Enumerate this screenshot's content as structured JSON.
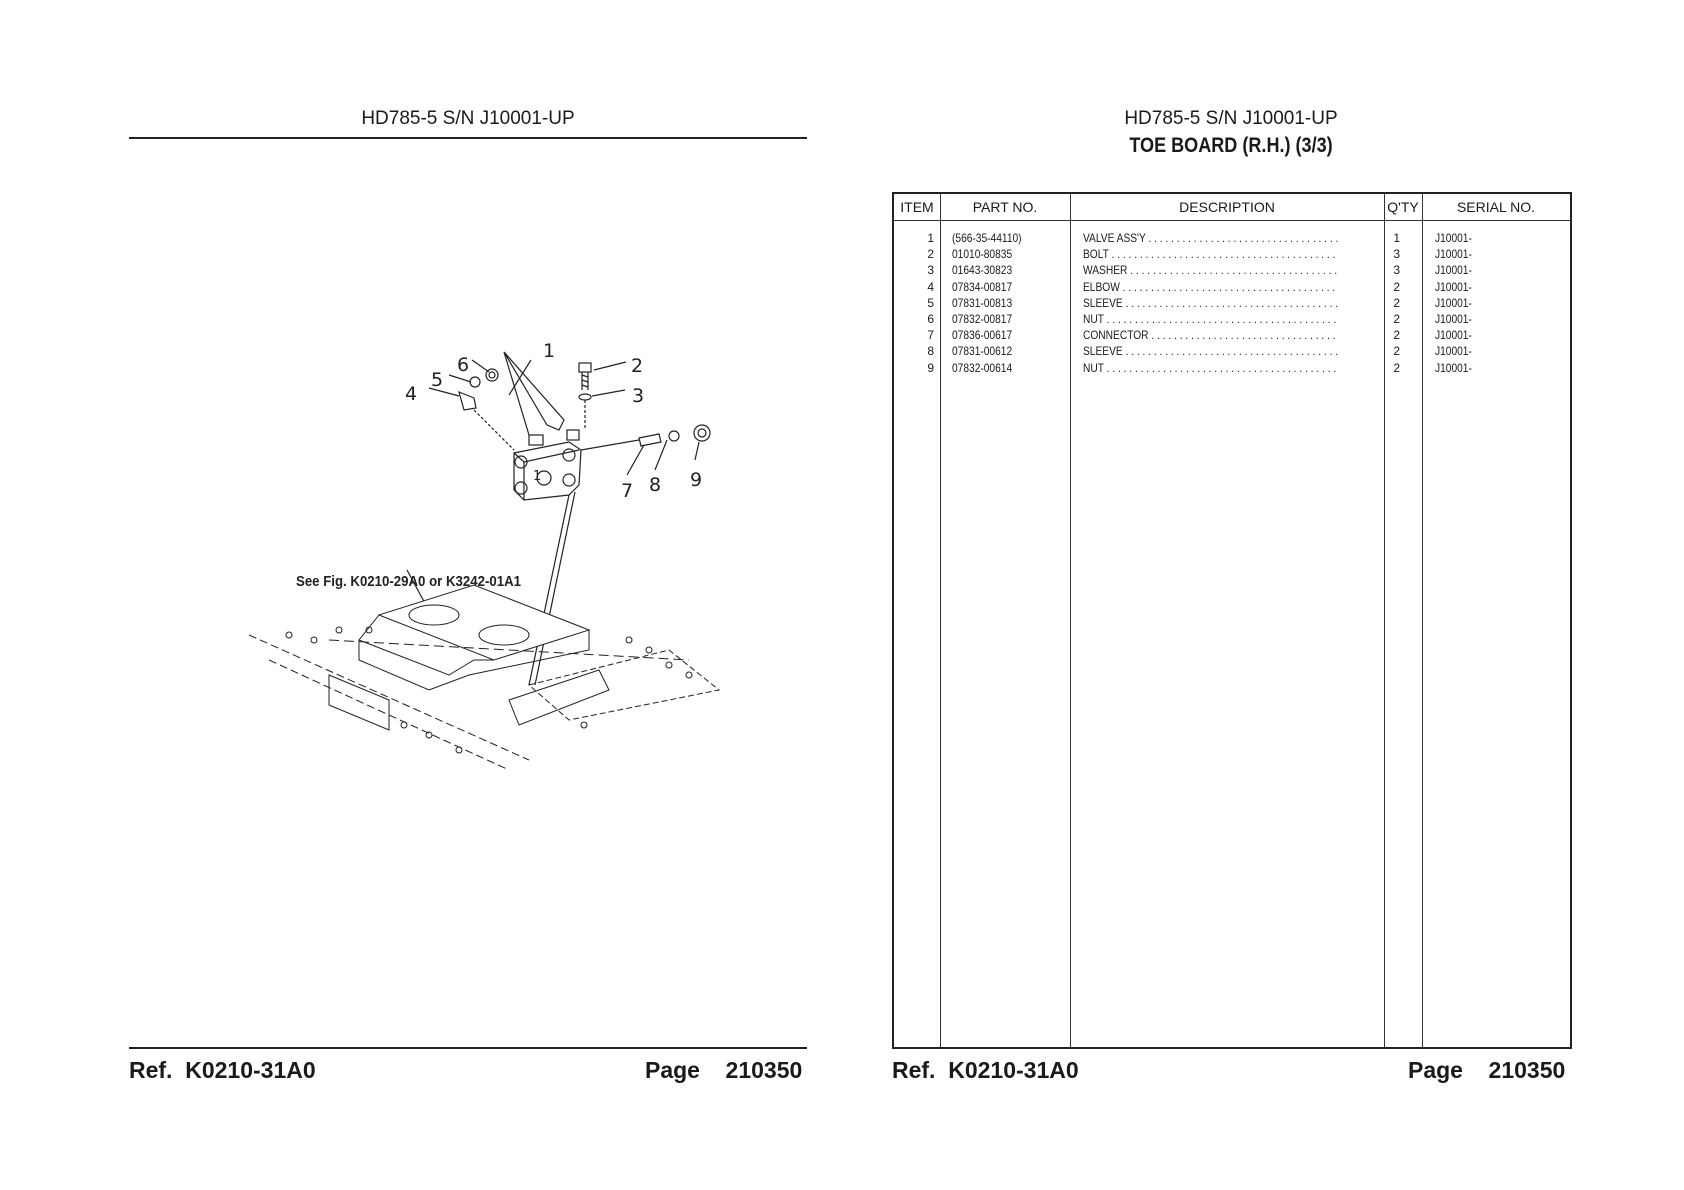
{
  "left_page": {
    "header": "HD785-5 S/N J10001-UP",
    "figure": {
      "callout_labels": [
        "1",
        "2",
        "3",
        "4",
        "5",
        "6",
        "7",
        "8",
        "9"
      ],
      "inset_label": "1",
      "see_fig_note": "See Fig. K0210-29A0 or K3242-01A1"
    },
    "footer": {
      "ref_label": "Ref.",
      "ref": "K0210-31A0",
      "page_label": "Page",
      "page": "210350"
    }
  },
  "right_page": {
    "header": "HD785-5 S/N J10001-UP",
    "title": "TOE BOARD (R.H.) (3/3)",
    "table": {
      "columns": [
        "ITEM",
        "PART NO.",
        "DESCRIPTION",
        "Q'TY",
        "SERIAL NO."
      ],
      "rows": [
        {
          "item": "1",
          "part_no": "(566-35-44110)",
          "description": "VALVE ASS'Y",
          "qty": "1",
          "serial": "J10001-"
        },
        {
          "item": "2",
          "part_no": "01010-80835",
          "description": "BOLT",
          "qty": "3",
          "serial": "J10001-"
        },
        {
          "item": "3",
          "part_no": "01643-30823",
          "description": "WASHER",
          "qty": "3",
          "serial": "J10001-"
        },
        {
          "item": "4",
          "part_no": "07834-00817",
          "description": "ELBOW",
          "qty": "2",
          "serial": "J10001-"
        },
        {
          "item": "5",
          "part_no": "07831-00813",
          "description": "SLEEVE",
          "qty": "2",
          "serial": "J10001-"
        },
        {
          "item": "6",
          "part_no": "07832-00817",
          "description": "NUT",
          "qty": "2",
          "serial": "J10001-"
        },
        {
          "item": "7",
          "part_no": "07836-00617",
          "description": "CONNECTOR",
          "qty": "2",
          "serial": "J10001-"
        },
        {
          "item": "8",
          "part_no": "07831-00612",
          "description": "SLEEVE",
          "qty": "2",
          "serial": "J10001-"
        },
        {
          "item": "9",
          "part_no": "07832-00614",
          "description": "NUT",
          "qty": "2",
          "serial": "J10001-"
        }
      ]
    },
    "footer": {
      "ref_label": "Ref.",
      "ref": "K0210-31A0",
      "page_label": "Page",
      "page": "210350"
    }
  }
}
